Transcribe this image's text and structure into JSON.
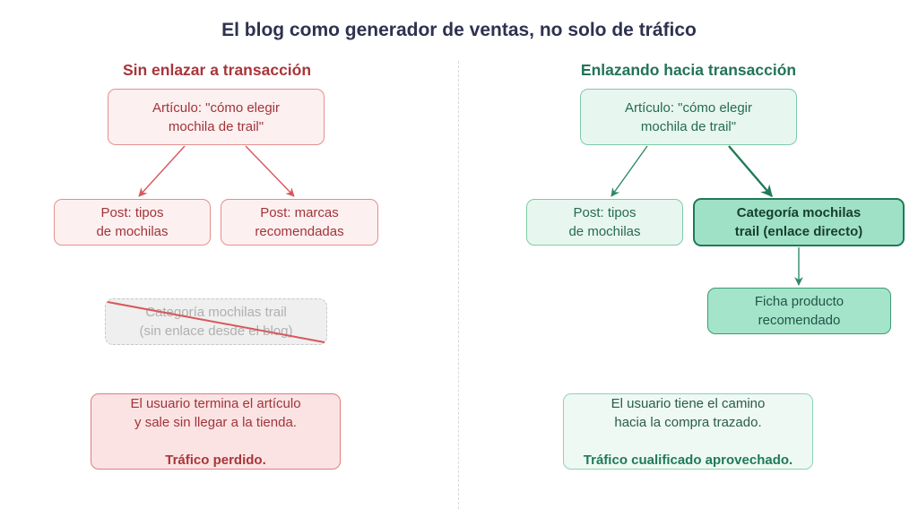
{
  "title": "El blog como generador de ventas, no solo de tráfico",
  "left": {
    "heading": "Sin enlazar a transacción",
    "article": "Artículo: \"cómo elegir\nmochila de trail\"",
    "post_types": "Post: tipos\nde mochilas",
    "post_brands": "Post: marcas\nrecomendadas",
    "category": "Categoría mochilas trail\n(sin enlace desde el blog)",
    "outcome_text": "El usuario termina el artículo\ny sale sin llegar a la tienda.",
    "outcome_bold": "Tráfico perdido."
  },
  "right": {
    "heading": "Enlazando hacia transacción",
    "article": "Artículo: \"cómo elegir\nmochila de trail\"",
    "post_types": "Post: tipos\nde mochilas",
    "category": "Categoría mochilas\ntrail (enlace directo)",
    "product": "Ficha producto\nrecomendado",
    "outcome_text": "El usuario tiene el camino\nhacia la compra trazado.",
    "outcome_bold": "Tráfico cualificado aprovechado."
  },
  "colors": {
    "left_accent": "#a8363a",
    "right_accent": "#22735a",
    "left_arrow": "#d9575b",
    "right_arrow": "#2f8a66",
    "strike": "#d9575b"
  }
}
